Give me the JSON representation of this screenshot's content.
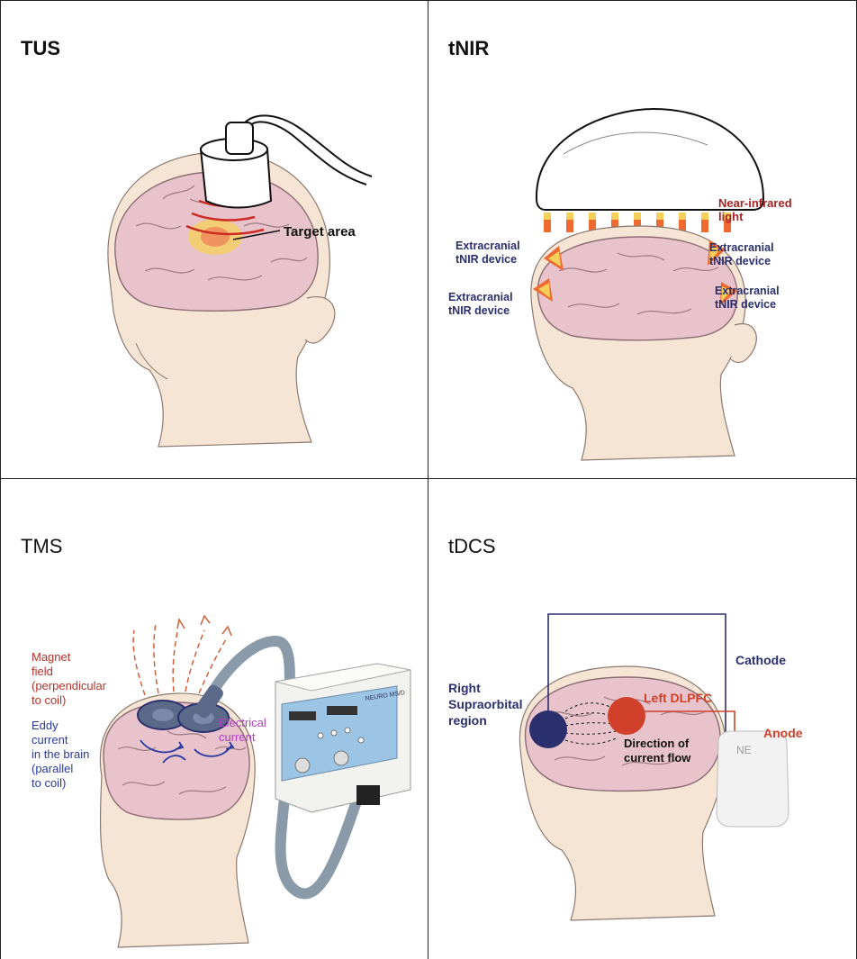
{
  "panels": {
    "tus": {
      "title": "TUS",
      "target_label": "Target area"
    },
    "tnir": {
      "title": "tNIR",
      "light_label": [
        "Near-infrared",
        "light"
      ],
      "device_labels": [
        [
          "Extracranial",
          "tNIR device"
        ],
        [
          "Extracranial",
          "tNIR device"
        ],
        [
          "Extracranial",
          "tNIR device"
        ],
        [
          "Extracranial",
          "tNIR device"
        ]
      ]
    },
    "tms": {
      "title": "TMS",
      "magnet_label": [
        "Magnet",
        "field",
        "(perpendicular",
        "to coil)"
      ],
      "eddy_label": [
        "Eddy",
        "current",
        "in the brain",
        "(parallel",
        "to coil)"
      ],
      "electrical_label": [
        "Electrical",
        "current"
      ],
      "device_text": "NEURO MS/D"
    },
    "tdcs": {
      "title": "tDCS",
      "cathode_label": "Cathode",
      "anode_label": "Anode",
      "right_label": [
        "Right",
        "Supraorbital",
        "region"
      ],
      "left_label": "Left DLPFC",
      "flow_label": [
        "Direction of",
        "current flow"
      ],
      "device_text": "NE"
    }
  },
  "colors": {
    "navy": "#2a2f6e",
    "red_label": "#b8322a",
    "anode_red": "#d0402a",
    "magenta": "#b040c0",
    "blue_label": "#2a3aa0",
    "brain_pink": "#e8c3cc",
    "skin": "#f6e4d4"
  }
}
